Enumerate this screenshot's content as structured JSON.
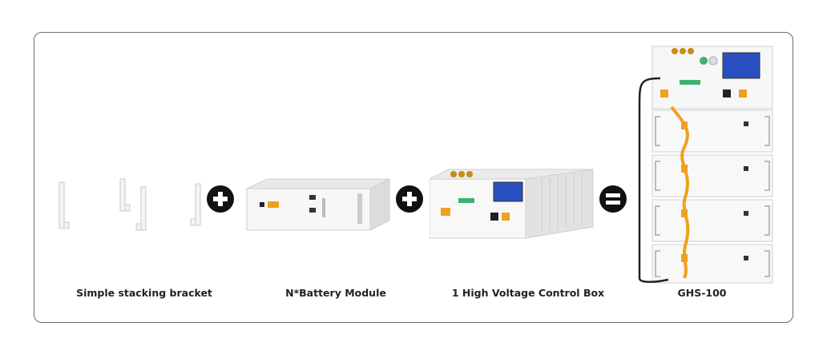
{
  "diagram": {
    "items": [
      {
        "label": "Simple stacking bracket"
      },
      {
        "label": "N*Battery Module"
      },
      {
        "label": "1 High Voltage Control Box"
      },
      {
        "label": "GHS-100"
      }
    ],
    "operators": [
      "plus",
      "plus",
      "equals"
    ],
    "colors": {
      "frame": "#6b6b6b",
      "operator": "#111111",
      "connector": "#f0a020",
      "screen": "#2a4fbf",
      "body": "#f2f2f2"
    }
  }
}
